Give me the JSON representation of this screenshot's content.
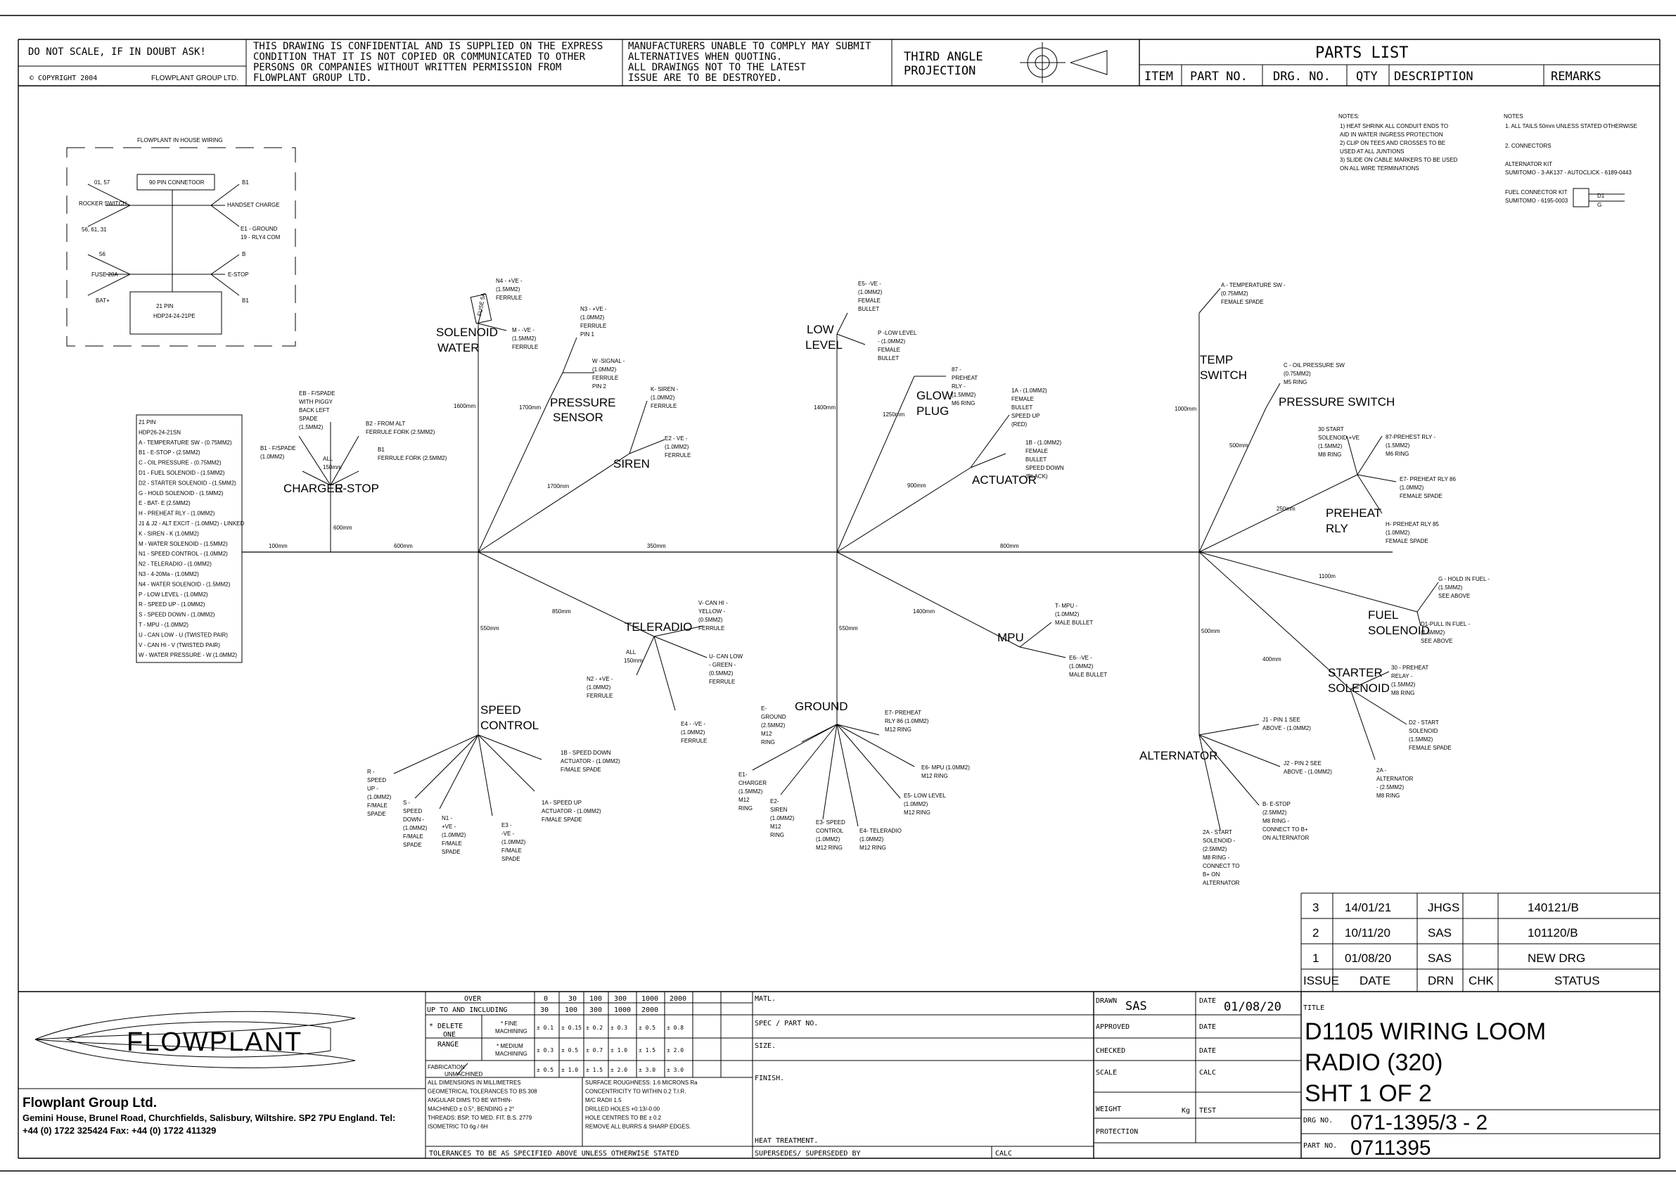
{
  "header": {
    "do_not_scale": "DO NOT SCALE, IF IN DOUBT ASK!",
    "copyright": "© COPYRIGHT 2004",
    "company_short": "FLOWPLANT GROUP LTD.",
    "confidential": [
      "THIS DRAWING IS CONFIDENTIAL AND IS SUPPLIED ON THE EXPRESS",
      "CONDITION THAT IT IS NOT COPIED OR COMMUNICATED TO OTHER",
      "PERSONS OR COMPANIES WITHOUT WRITTEN PERMISSION FROM",
      "FLOWPLANT GROUP LTD."
    ],
    "manufacturers": [
      "MANUFACTURERS UNABLE TO COMPLY MAY SUBMIT",
      "ALTERNATIVES WHEN QUOTING.",
      "ALL DRAWINGS NOT TO THE LATEST",
      "ISSUE ARE TO BE DESTROYED."
    ],
    "projection": [
      "THIRD ANGLE",
      "PROJECTION"
    ],
    "parts_list_title": "PARTS LIST",
    "parts_list_columns": [
      "ITEM",
      "PART NO.",
      "DRG. NO.",
      "QTY",
      "DESCRIPTION",
      "REMARKS"
    ]
  },
  "notes_left": {
    "title": "NOTES:",
    "items": [
      "1)   HEAT SHRINK ALL CONDUIT ENDS TO",
      "      AID IN WATER INGRESS PROTECTION",
      "2)   CLIP ON TEES AND CROSSES TO BE",
      "      USED AT ALL JUNTIONS",
      "3)   SLIDE ON CABLE MARKERS TO BE USED",
      "      ON ALL WIRE TERMINATIONS"
    ]
  },
  "notes_right": {
    "title": "NOTES",
    "items": [
      "1.   ALL TAILS 50mm UNLESS STATED OTHERWISE",
      "2.   CONNECTORS",
      "ALTERNATOR KIT",
      "SUMITOMO - 3-AK137 - AUTOCLICK - 6189-0443",
      "FUEL CONNECTOR KIT",
      "SUMITOMO - 6195-0003"
    ],
    "connector_labels": [
      "D1",
      "G"
    ]
  },
  "inhouse": {
    "title": "FLOWPLANT IN HOUSE WIRING",
    "connector": "90 PIN CONNETOOR",
    "labels": [
      "01, 57",
      "ROCKER SWITCH",
      "56, 61, 31",
      "56",
      "FUSE 20A",
      "BAT+",
      "B1",
      "HANDSET CHARGE",
      "E1 - GROUND",
      "19 - RLY4 COM",
      "B",
      "E-STOP",
      "B1"
    ],
    "pin_block": [
      "21 PIN",
      "HDP24-24-21PE"
    ]
  },
  "pin_legend": [
    "21 PIN",
    "HDP26-24-21SN",
    "A - TEMPERATURE SW - (0.75MM2)",
    "B1 - E-STOP - (2.5MM2)",
    "C - OIL PRESSURE - (0.75MM2)",
    "D1 - FUEL SOLENOID - (1.5MM2)",
    "D2 - STARTER SOLENOID - (1.5MM2)",
    "G - HOLD SOLENOID - (1.5MM2)",
    "E - BAT- E (2.5MM2)",
    "H - PREHEAT RLY - (1.0MM2)",
    "J1 & J2 - ALT EXCIT - (1.0MM2) - LINKED",
    "K - SIREN - K (1.0MM2)",
    "M - WATER SOLENOID - (1.5MM2)",
    "N1 - SPEED CONTROL - (1.0MM2)",
    "N2 - TELERADIO - (1.0MM2)",
    "N3 - 4-20Ma - (1.0MM2)",
    "N4 - WATER SOLENOID - (1.5MM2)",
    "P - LOW LEVEL - (1.0MM2)",
    "R - SPEED UP - (1.0MM2)",
    "S - SPEED DOWN - (1.0MM2)",
    "T - MPU - (1.0MM2)",
    "U - CAN LOW - U (TWISTED PAIR)",
    "V - CAN HI - V (TWISTED PAIR)",
    "W - WATER PRESSURE - W (1.0MM2)"
  ],
  "trunk": {
    "lengths": [
      "100mm",
      "600mm",
      "350mm",
      "800mm"
    ]
  },
  "branches": {
    "charger": "CHARGER",
    "estop": "E-STOP",
    "charger_len": "600mm",
    "all150": [
      "ALL",
      "150mm"
    ],
    "eb": [
      "EB - F/SPADE",
      "WITH PIGGY",
      "BACK LEFT",
      "SPADE",
      "(1.5MM2)"
    ],
    "b1": [
      "B1 - F/SPADE",
      "(1.0MM2)"
    ],
    "b2": [
      "B2 - FROM ALT",
      "FERRULE FORK (2.5MM2)"
    ],
    "b1b": [
      "B1",
      "FERRULE FORK (2.5MM2)"
    ],
    "solenoid_water": [
      "SOLENOID",
      "WATER"
    ],
    "fuse5a": "FUSE 5A",
    "n4": [
      "N4 - +VE -",
      "(1.5MM2)",
      "FERRULE"
    ],
    "m": [
      "M - -VE -",
      "(1.5MM2)",
      "FERRULE"
    ],
    "len1600": "1600mm",
    "len1700a": "1700mm",
    "len1700b": "1700mm",
    "pressure_sensor": [
      "PRESSURE",
      "SENSOR"
    ],
    "n3": [
      "N3 - +VE -",
      "(1.0MM2)",
      "FERRULE",
      "PIN 1"
    ],
    "w": [
      "W -SIGNAL -",
      "(1.0MM2)",
      "FERRULE",
      "PIN 2"
    ],
    "siren": "SIREN",
    "k": [
      "K- SIREN -",
      "(1.0MM2)",
      "FERRULE"
    ],
    "e2": [
      "E2 - VE -",
      "(1.0MM2)",
      "FERRULE"
    ],
    "low_level": [
      "LOW",
      "LEVEL"
    ],
    "e5": [
      "E5- -VE -",
      "(1.0MM2)",
      "FEMALE",
      "BULLET"
    ],
    "p": [
      "P -LOW LEVEL",
      "- (1.0MM2)",
      "FEMALE",
      "BULLET"
    ],
    "len1400": "1400mm",
    "glow_plug": [
      "GLOW",
      "PLUG"
    ],
    "len1250": "1250mm",
    "r87": [
      "87 -",
      "PREHEAT",
      "RLY -",
      "(1.5MM2)",
      "M6 RING"
    ],
    "actuator": "ACTUATOR",
    "len900": "900mm",
    "a1": [
      "1A - (1.0MM2)",
      "FEMALE",
      "BULLET",
      "SPEED UP",
      "(RED)"
    ],
    "b1d": [
      "1B - (1.0MM2)",
      "FEMALE",
      "BULLET",
      "SPEED DOWN",
      "(BLACK)"
    ],
    "temp_switch": [
      "TEMP",
      "SWITCH"
    ],
    "a_temp": [
      "A - TEMPERATURE SW -",
      "(0.75MM2)",
      "FEMALE SPADE"
    ],
    "len1000": "1000mm",
    "pressure_switch": "PRESSURE SWITCH",
    "c_oil": [
      "C - OIL PRESSURE SW",
      "(0.75MM2)",
      "M5 RING"
    ],
    "len500a": "500mm",
    "preheat_rly": [
      "PREHEAT",
      "RLY"
    ],
    "len250": "250mm",
    "s30": [
      "30 START",
      "SOLENOID +VE",
      "(1.5MM2)",
      "M8 RING"
    ],
    "p87": [
      "87-PREHEST RLY -",
      "(1.5MM2)",
      "M6 RING"
    ],
    "e7": [
      "E7- PREHEAT RLY 86",
      "(1.0MM2)",
      "FEMALE SPADE"
    ],
    "h": [
      "H- PREHEAT RLY 85",
      "(1.0MM2)",
      "FEMALE SPADE"
    ],
    "fuel_solenoid": [
      "FUEL",
      "SOLENOID"
    ],
    "len1100": "1100m",
    "g": [
      "G - HOLD IN FUEL -",
      "(1.5MM2)",
      "SEE ABOVE"
    ],
    "d1": [
      "D1-PULL IN FUEL -",
      "(1.5MM2)",
      "SEE ABOVE"
    ],
    "teleradio": "TELERADIO",
    "len850": "850mm",
    "v": [
      "V- CAN HI -",
      "YELLOW -",
      "(0.5MM2)",
      "FERRULE"
    ],
    "u": [
      "U- CAN LOW",
      "- GREEN -",
      "(0.5MM2)",
      "FERRULE"
    ],
    "n2": [
      "N2 - +VE -",
      "(1.0MM2)",
      "FERRULE"
    ],
    "e4": [
      "E4 - -VE -",
      "(1.0MM2)",
      "FERRULE"
    ],
    "all150b": [
      "ALL",
      "150mm"
    ],
    "len550a": "550mm",
    "speed_control": [
      "SPEED",
      "CONTROL"
    ],
    "sd1b": [
      "1B - SPEED DOWN",
      "ACTUATOR - (1.0MM2)",
      "F/MALE SPADE"
    ],
    "su1a": [
      "1A - SPEED UP",
      "ACTUATOR - (1.0MM2)",
      "F/MALE SPADE"
    ],
    "r": [
      "R -",
      "SPEED",
      "UP -",
      "(1.0MM2)",
      "F/MALE",
      "SPADE"
    ],
    "s": [
      "S -",
      "SPEED",
      "DOWN -",
      "(1.0MM2)",
      "F/MALE",
      "SPADE"
    ],
    "n1": [
      "N1 -",
      "+VE -",
      "(1.0MM2)",
      "F/MALE",
      "SPADE"
    ],
    "e3": [
      "E3 -",
      "-VE -",
      "(1.0MM2)",
      "F/MALE",
      "SPADE"
    ],
    "mpu": "MPU",
    "len1400b": "1400mm",
    "t": [
      "T- MPU -",
      "(1.0MM2)",
      "MALE BULLET"
    ],
    "e6": [
      "E6- -VE -",
      "(1.0MM2)",
      "MALE BULLET"
    ],
    "ground": "GROUND",
    "len550b": "550mm",
    "eg": [
      "E-",
      "GROUND",
      "(2.5MM2)",
      "M12",
      "RING"
    ],
    "e7g": [
      "E7- PREHEAT",
      "RLY 86 (1.0MM2)",
      "M12 RING"
    ],
    "e6g": [
      "E6- MPU (1.0MM2)",
      "M12 RING"
    ],
    "e5g": [
      "E5- LOW LEVEL",
      "(1.0MM2)",
      "M12 RING"
    ],
    "e4g": [
      "E4- TELERADIO",
      "(1.0MM2)",
      "M12 RING"
    ],
    "e3g": [
      "E3- SPEED",
      "CONTROL",
      "(1.0MM2)",
      "M12 RING"
    ],
    "e2g": [
      "E2-",
      "SIREN",
      "(1.0MM2)",
      "M12",
      "RING"
    ],
    "e1g": [
      "E1-",
      "CHARGER",
      "(1.5MM2)",
      "M12",
      "RING"
    ],
    "alternator": "ALTERNATOR",
    "len500b": "500mm",
    "len400": "400mm",
    "starter_solenoid": [
      "STARTER",
      "SOLENOID"
    ],
    "j1": [
      "J1 - PIN 1 SEE",
      "ABOVE - (1.0MM2)"
    ],
    "j2": [
      "J2 - PIN 2 SEE",
      "ABOVE - (1.0MM2)"
    ],
    "be": [
      "B- E-STOP",
      "(2.5MM2)",
      "M8 RING -",
      "CONNECT TO B+",
      "ON ALTERNATOR"
    ],
    "a2s": [
      "2A - START",
      "SOLENOID -",
      "(2.5MM2)",
      "M8 RING -",
      "CONNECT TO",
      "B+ ON",
      "ALTERNATOR"
    ],
    "p30": [
      "30 - PREHEAT",
      "RELAY -",
      "(1.5MM2)",
      "M8 RING"
    ],
    "d2": [
      "D2 - START",
      "SOLENOID",
      "(1.5MM2)",
      "FEMALE SPADE"
    ],
    "a2alt": [
      "2A -",
      "ALTERNATOR",
      "- (2.5MM2)",
      "M8 RING"
    ]
  },
  "revisions": {
    "rows": [
      [
        "3",
        "14/01/21",
        "JHGS",
        "",
        "140121/B"
      ],
      [
        "2",
        "10/11/20",
        "SAS",
        "",
        "101120/B"
      ],
      [
        "1",
        "01/08/20",
        "SAS",
        "",
        "NEW DRG"
      ]
    ],
    "headers": [
      "ISSUE",
      "DATE",
      "DRN",
      "CHK",
      "STATUS"
    ]
  },
  "title_block": {
    "logo": "FLOWPLANT",
    "company": "Flowplant Group Ltd.",
    "address": "Gemini House, Brunel Road, Churchfields, Salisbury, Wiltshire. SP2 7PU England. Tel:",
    "phone": "+44 (0) 1722 325424 Fax: +44 (0) 1722 411329",
    "tol_over": "OVER",
    "tol_upto": "UP TO AND INCLUDING",
    "tol_over_vals": [
      "0",
      "30",
      "100",
      "300",
      "1000",
      "2000"
    ],
    "tol_upto_vals": [
      "30",
      "100",
      "300",
      "1000",
      "2000"
    ],
    "delete_one": [
      "* DELETE",
      "ONE",
      "RANGE"
    ],
    "fine": [
      "* FINE",
      "MACHINING"
    ],
    "medium": [
      "* MEDIUM",
      "MACHINING"
    ],
    "fabrication": [
      "FABRICATION",
      "UNMACHINED"
    ],
    "fine_vals": [
      "± 0.1",
      "± 0.15",
      "± 0.2",
      "± 0.3",
      "± 0.5",
      "± 0.8"
    ],
    "medium_vals": [
      "± 0.3",
      "± 0.5",
      "± 0.7",
      "± 1.0",
      "± 1.5",
      "± 2.0"
    ],
    "fab_vals": [
      "± 0.5",
      "± 1.0",
      "± 1.5",
      "± 2.0",
      "± 3.0",
      "± 3.0"
    ],
    "general_left": [
      "ALL DIMENSIONS IN MILLIMETRES",
      "GEOMETRICAL TOLERANCES TO BS 308",
      "ANGULAR DIMS TO BE WITHIN-",
      "MACHINED ± 0.5°,          BENDING ± 2°",
      "THREADS: BSP, TO MED. FIT. B.S. 2779",
      "ISOMETRIC TO 6g / 6H"
    ],
    "general_right": [
      "SURFACE ROUGHNESS: 1.6 MICRONS Ra",
      "CONCENTRICITY TO WITHIN 0.2 T.I.R.",
      "M/C RADII 1.5",
      "DRILLED HOLES +0.13/-0.00",
      "HOLE CENTRES TO BE ± 0.2",
      "REMOVE ALL BURRS & SHARP EDGES."
    ],
    "tolerances_note": "TOLERANCES TO BE AS SPECIFIED ABOVE UNLESS OTHERWISE STATED",
    "matl": "MATL.",
    "spec": "SPEC / PART NO.",
    "size": "SIZE.",
    "finish": "FINISH.",
    "heat": "HEAT TREATMENT.",
    "supersedes": "SUPERSEDES/ SUPERSEDED BY",
    "calc": "CALC",
    "drawn": "DRAWN",
    "drawn_by": "SAS",
    "date_label": "DATE",
    "drawn_date": "01/08/20",
    "approved": "APPROVED",
    "checked": "CHECKED",
    "scale": "SCALE",
    "calc2": "CALC",
    "weight": "WEIGHT",
    "kg": "Kg",
    "test": "TEST",
    "protection": "PROTECTION",
    "title_label": "TITLE",
    "title_lines": [
      "D1105 WIRING LOOM",
      "RADIO (320)",
      "SHT 1 OF 2"
    ],
    "drg_no_label": "DRG NO.",
    "drg_no": "071-1395/3 - 2",
    "part_no_label": "PART NO.",
    "part_no": "0711395"
  }
}
